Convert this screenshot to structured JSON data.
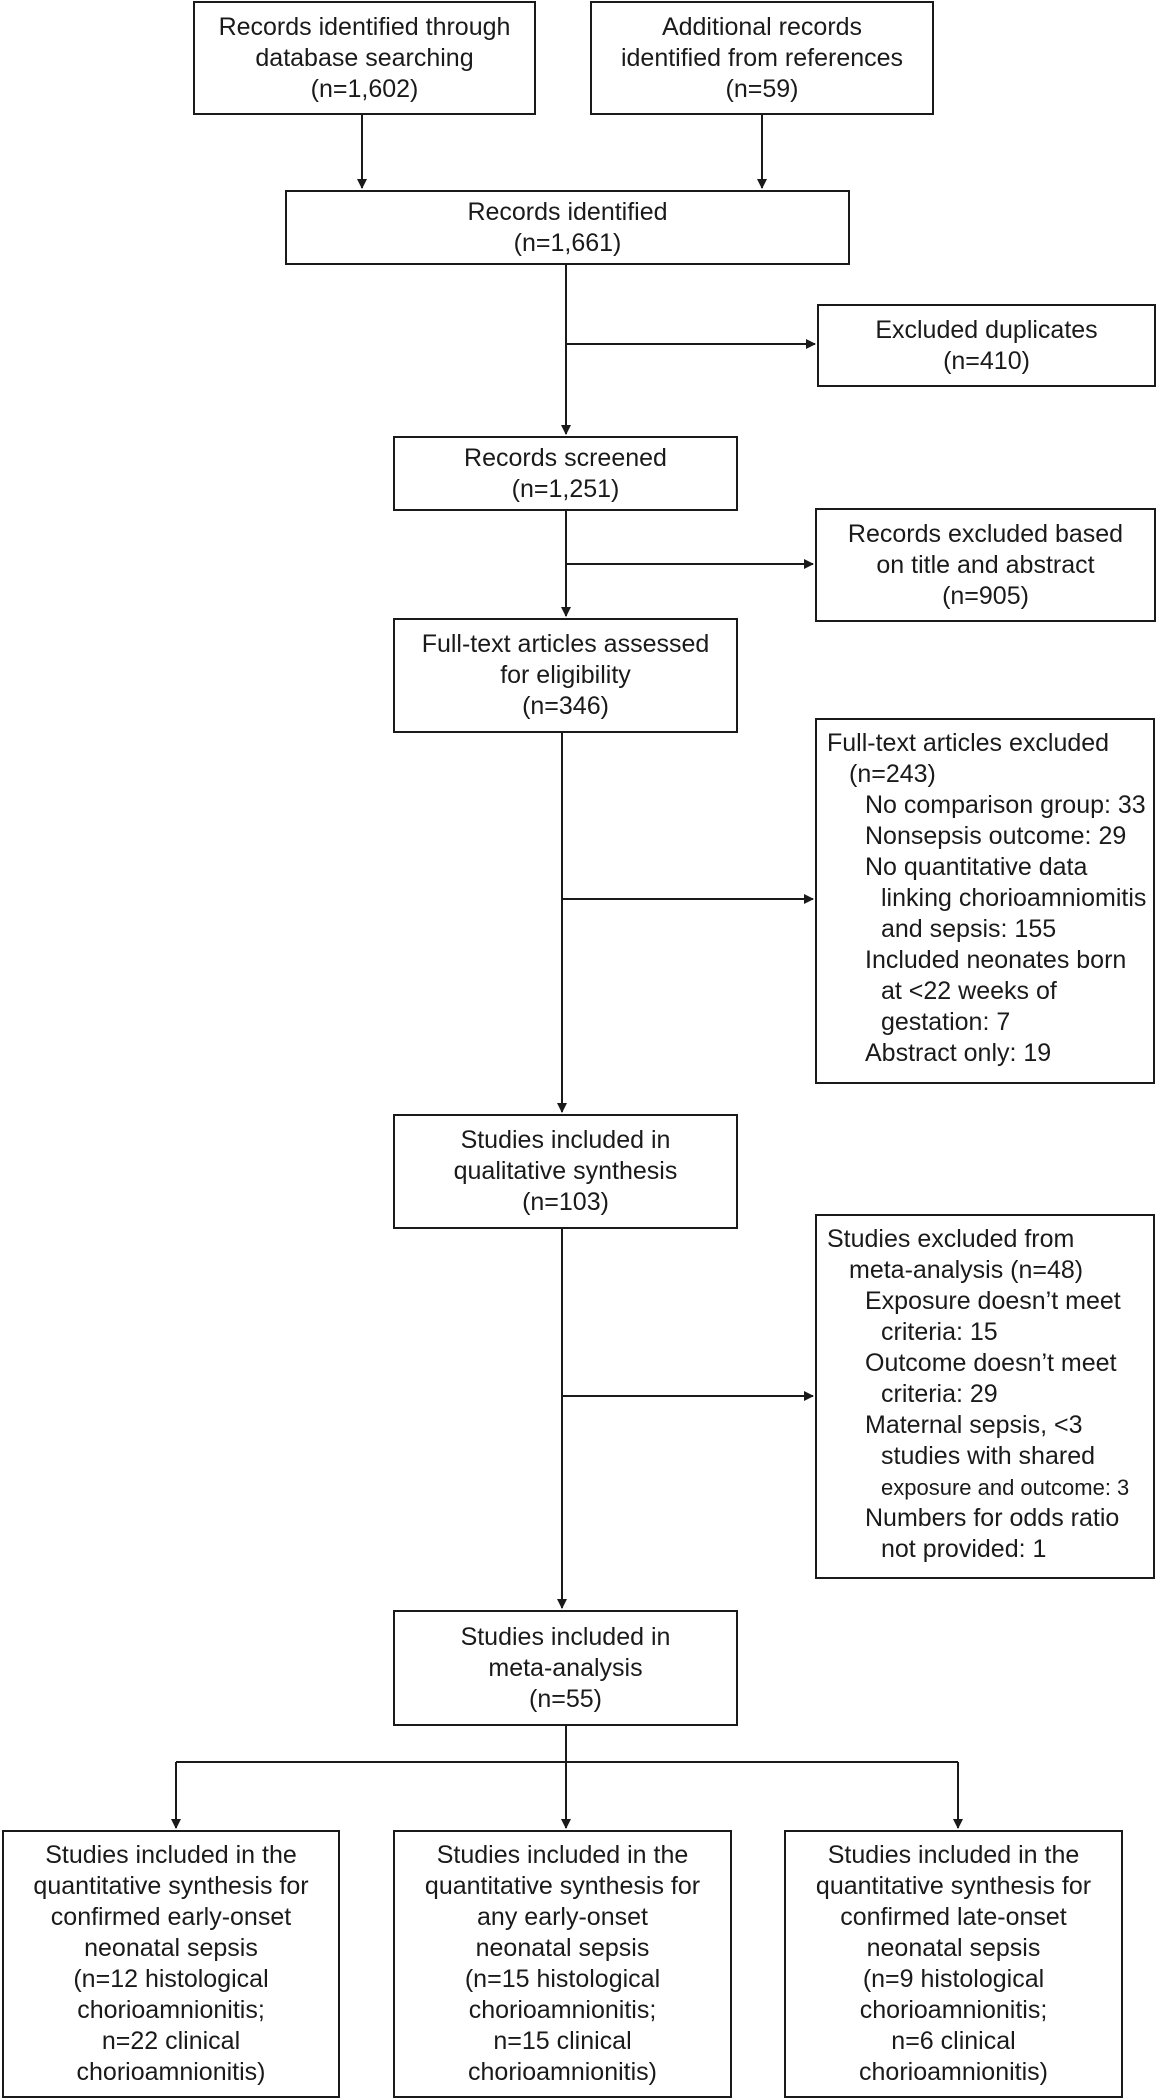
{
  "boxes": {
    "db_search": [
      "Records identified through",
      "database searching",
      "(n=1,602)"
    ],
    "references": [
      "Additional records",
      "identified from references",
      "(n=59)"
    ],
    "identified": [
      "Records identified",
      "(n=1,661)"
    ],
    "duplicates": [
      "Excluded duplicates",
      "(n=410)"
    ],
    "screened": [
      "Records screened",
      "(n=1,251)"
    ],
    "title_abstract": [
      "Records excluded based",
      "on title and abstract",
      "(n=905)"
    ],
    "fulltext": [
      "Full-text articles assessed",
      "for eligibility",
      "(n=346)"
    ],
    "fulltext_excluded": {
      "header": [
        "Full-text articles excluded",
        "(n=243)"
      ],
      "items": [
        [
          "No comparison group: 33"
        ],
        [
          "Nonsepsis outcome: 29"
        ],
        [
          "No quantitative data",
          "linking chorioamniomitis",
          "and sepsis: 155"
        ],
        [
          "Included neonates born",
          "at <22 weeks of",
          "gestation: 7"
        ],
        [
          "Abstract only: 19"
        ]
      ]
    },
    "qualitative": [
      "Studies included in",
      "qualitative synthesis",
      "(n=103)"
    ],
    "meta_excluded": {
      "header": [
        "Studies excluded from",
        "meta-analysis (n=48)"
      ],
      "items": [
        [
          "Exposure doesn’t meet",
          "criteria: 15"
        ],
        [
          "Outcome doesn’t meet",
          "criteria: 29"
        ],
        [
          "Maternal sepsis, <3",
          "studies with shared",
          "exposure and outcome: 3"
        ],
        [
          "Numbers for odds ratio",
          "not provided: 1"
        ]
      ]
    },
    "meta": [
      "Studies included in",
      "meta-analysis",
      "(n=55)"
    ],
    "confirmed_early": [
      "Studies included in the",
      "quantitative synthesis for",
      "confirmed early-onset",
      "neonatal sepsis",
      "(n=12 histological",
      "chorioamnionitis;",
      "n=22 clinical",
      "chorioamnionitis)"
    ],
    "any_early": [
      "Studies included in the",
      "quantitative synthesis for",
      "any early-onset",
      "neonatal sepsis",
      "(n=15 histological",
      "chorioamnionitis;",
      "n=15 clinical",
      "chorioamnionitis)"
    ],
    "confirmed_late": [
      "Studies included in the",
      "quantitative synthesis for",
      "confirmed late-onset",
      "neonatal sepsis",
      "(n=9 histological",
      "chorioamnionitis;",
      "n=6 clinical",
      "chorioamnionitis)"
    ]
  }
}
